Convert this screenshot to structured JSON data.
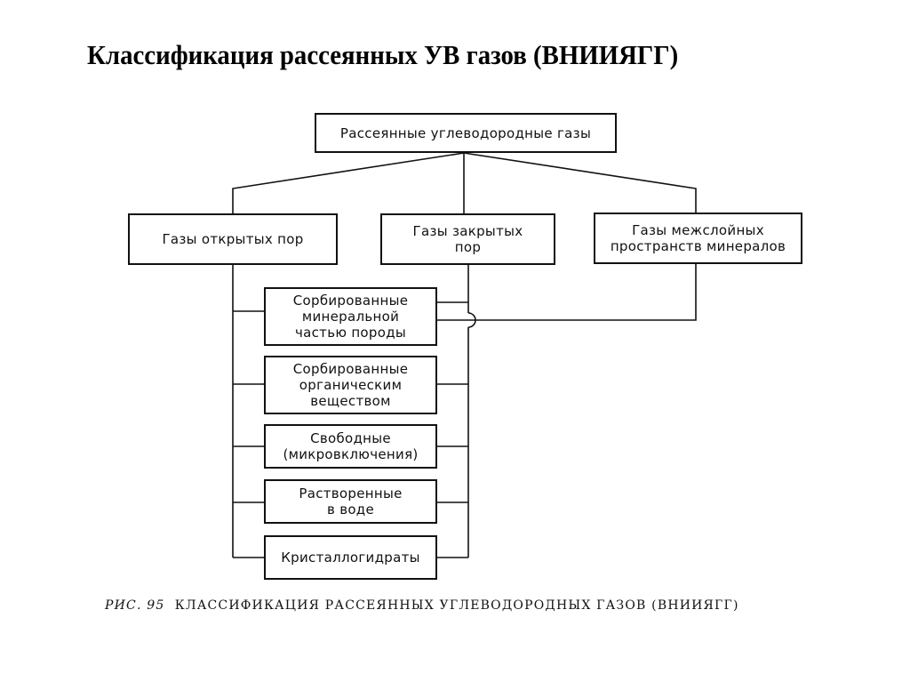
{
  "title": "Классификация рассеянных УВ газов (ВНИИЯГГ)",
  "diagram": {
    "root": {
      "label": "Рассеянные углеводородные газы"
    },
    "categories": [
      {
        "id": "open",
        "label": "Газы открытых пор"
      },
      {
        "id": "closed",
        "label": "Газы закрытых\nпор"
      },
      {
        "id": "interlayer",
        "label": "Газы межслойных\nпространств минералов"
      }
    ],
    "forms": [
      {
        "id": "sorbed-mineral",
        "label": "Сорбированные\nминеральной\nчастью породы",
        "linked_from": [
          "open",
          "closed",
          "interlayer"
        ]
      },
      {
        "id": "sorbed-organic",
        "label": "Сорбированные\nорганическим\nвеществом",
        "linked_from": [
          "open",
          "closed"
        ]
      },
      {
        "id": "free",
        "label": "Свободные\n(микровключения)",
        "linked_from": [
          "open",
          "closed"
        ]
      },
      {
        "id": "dissolved",
        "label": "Растворенные\nв воде",
        "linked_from": [
          "open",
          "closed"
        ]
      },
      {
        "id": "crystal-hydrates",
        "label": "Кристаллогидраты",
        "linked_from": [
          "open",
          "closed"
        ]
      }
    ]
  },
  "caption": {
    "figure_label": "РИС. 95",
    "text": "КЛАССИФИКАЦИЯ РАССЕЯННЫХ УГЛЕВОДОРОДНЫХ ГАЗОВ (ВНИИЯГГ)"
  }
}
